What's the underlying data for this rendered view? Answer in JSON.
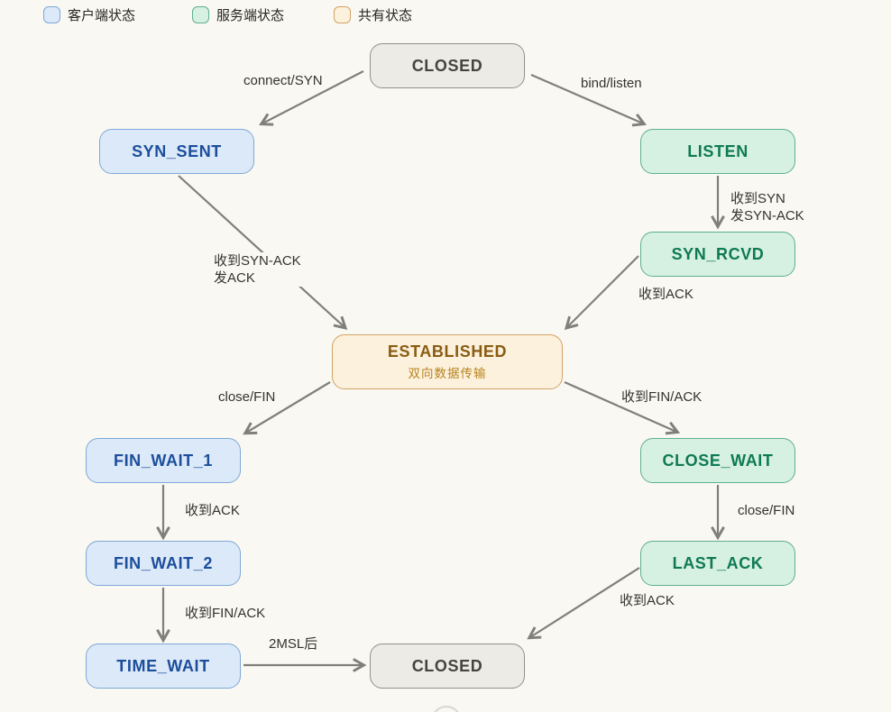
{
  "legend": {
    "client": "客户端状态",
    "server": "服务端状态",
    "shared": "共有状态"
  },
  "nodes": {
    "closed_top": {
      "label": "CLOSED"
    },
    "syn_sent": {
      "label": "SYN_SENT"
    },
    "listen": {
      "label": "LISTEN"
    },
    "syn_rcvd": {
      "label": "SYN_RCVD"
    },
    "established": {
      "label": "ESTABLISHED",
      "sublabel": "双向数据传输"
    },
    "fin_wait_1": {
      "label": "FIN_WAIT_1"
    },
    "close_wait": {
      "label": "CLOSE_WAIT"
    },
    "fin_wait_2": {
      "label": "FIN_WAIT_2"
    },
    "last_ack": {
      "label": "LAST_ACK"
    },
    "time_wait": {
      "label": "TIME_WAIT"
    },
    "closed_bottom": {
      "label": "CLOSED"
    }
  },
  "edges": {
    "connect_syn": {
      "label": "connect/SYN"
    },
    "bind_listen": {
      "label": "bind/listen"
    },
    "listen_to_synrcvd": {
      "line1": "收到SYN",
      "line2": "发SYN-ACK"
    },
    "synsent_to_est": {
      "line1": "收到SYN-ACK",
      "line2": "发ACK"
    },
    "synrcvd_to_est": {
      "label": "收到ACK"
    },
    "est_to_finwait1": {
      "label": "close/FIN"
    },
    "est_to_closewait": {
      "label": "收到FIN/ACK"
    },
    "finwait1_to_finwait2": {
      "label": "收到ACK"
    },
    "finwait2_to_timewait": {
      "label": "收到FIN/ACK"
    },
    "closewait_to_lastack": {
      "label": "close/FIN"
    },
    "timewait_to_closed": {
      "label": "2MSL后"
    },
    "lastack_to_closed": {
      "label": "收到ACK"
    }
  },
  "colors": {
    "bg": "#faf8f2",
    "line_color": "#807f7a",
    "client_fill": "#dce9f8",
    "client_border": "#7ea9d8",
    "client_text": "#1c4e9c",
    "server_fill": "#d6f0e2",
    "server_border": "#5db091",
    "server_text": "#0e7a54",
    "shared_fill": "#fcf1dc",
    "shared_border": "#d2a266",
    "shared_text": "#8a5c13",
    "shared_subtext": "#b8831f",
    "neutral_fill": "#edebe6",
    "neutral_border": "#91908b",
    "neutral_text": "#454440"
  }
}
